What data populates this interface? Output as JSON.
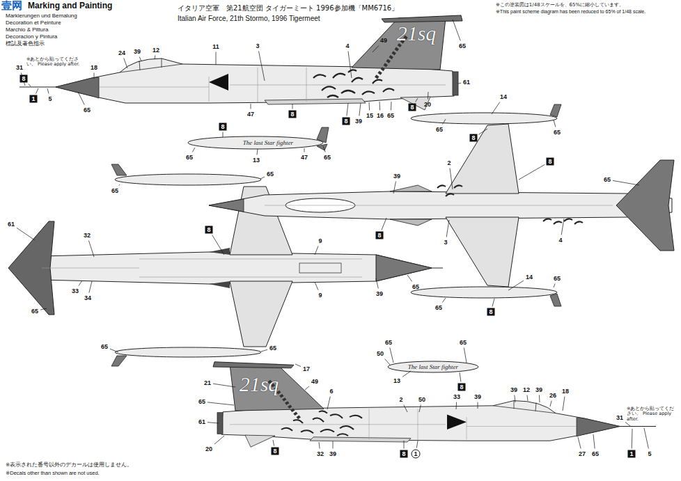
{
  "diagram": {
    "title": "イタリア空軍　第21航空団 タイガーミート 1996参加機「MM6716」",
    "labels": [
      "壹网",
      "Marking and Painting",
      "Markierungen und Bemalung",
      "Decoration et Peinture",
      "Marchio & Pittura",
      "Decoracion y Pintura",
      "標誌及著色指示",
      "Italian Air Force, 21th Stormo, 1996 Tigermeet",
      "※この塗装図は1/48スケールを、65%に縮小しています。",
      "※This paint scheme diagram has been reduced to 65% of 1/48 scale.",
      "※あとから貼ってください。 Please apply after.",
      "※あとから貼ってください。 Please apply after.",
      "※表示された番号以外のデカールは使用しません。",
      "※Decals other than shown are not used.",
      "21sq",
      "21sq",
      "The last Star fighter",
      "The last Star fighter",
      "31",
      "8",
      "1",
      "5",
      "18",
      "24",
      "39",
      "12",
      "11",
      "3",
      "4",
      "49",
      "65",
      "65",
      "47",
      "8",
      "8",
      "39",
      "15",
      "16",
      "65",
      "8",
      "61",
      "20",
      "8",
      "65",
      "13",
      "47",
      "65",
      "14",
      "65",
      "8",
      "65",
      "8",
      "39",
      "2",
      "8",
      "3",
      "4",
      "65",
      "65",
      "8",
      "14",
      "65",
      "65",
      "65",
      "61",
      "32",
      "8",
      "9",
      "9",
      "39",
      "65",
      "33",
      "34",
      "65",
      "65",
      "65",
      "65",
      "50",
      "13",
      "8",
      "65",
      "17",
      "21",
      "65",
      "61",
      "20",
      "8",
      "49",
      "6",
      "32",
      "39",
      "2",
      "50",
      "33",
      "39",
      "39",
      "12",
      "39",
      "26",
      "18",
      "27",
      "65",
      "31",
      "1",
      "5",
      "8",
      "1"
    ]
  }
}
